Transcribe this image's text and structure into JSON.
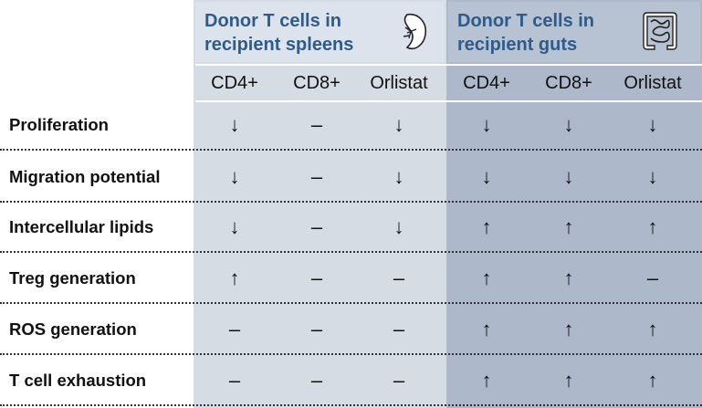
{
  "groups": [
    {
      "title": "Donor T cells in\nrecipient spleens",
      "icon": "spleen-icon"
    },
    {
      "title": "Donor T cells in\nrecipient guts",
      "icon": "intestine-icon"
    }
  ],
  "columns": [
    "CD4+",
    "CD8+",
    "Orlistat",
    "CD4+",
    "CD8+",
    "Orlistat"
  ],
  "rows": [
    {
      "label": "Proliferation",
      "values": [
        "↓",
        "–",
        "↓",
        "↓",
        "↓",
        "↓"
      ]
    },
    {
      "label": "Migration potential",
      "values": [
        "↓",
        "–",
        "↓",
        "↓",
        "↓",
        "↓"
      ]
    },
    {
      "label": "Intercellular lipids",
      "values": [
        "↓",
        "–",
        "↓",
        "↑",
        "↑",
        "↑"
      ]
    },
    {
      "label": "Treg generation",
      "values": [
        "↑",
        "–",
        "–",
        "↑",
        "↑",
        "–"
      ]
    },
    {
      "label": "ROS generation",
      "values": [
        "–",
        "–",
        "–",
        "↑",
        "↑",
        "↑"
      ]
    },
    {
      "label": "T cell exhaustion",
      "values": [
        "–",
        "–",
        "–",
        "↑",
        "↑",
        "↑"
      ]
    }
  ],
  "colors": {
    "spleen_panel": "#d6dce4",
    "gut_panel": "#adb9ca",
    "header_text": "#2f5b8a"
  }
}
